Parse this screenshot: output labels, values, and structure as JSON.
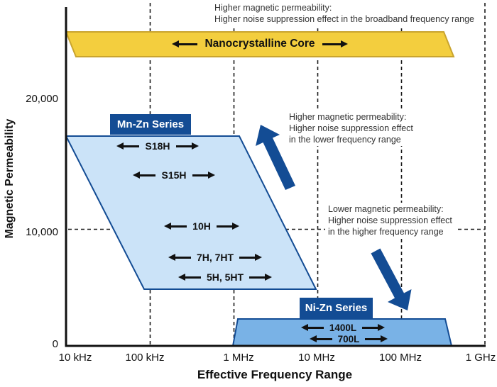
{
  "y_axis": {
    "title": "Magnetic Permeability",
    "ticks": [
      "20,000",
      "10,000",
      "0"
    ]
  },
  "x_axis": {
    "title": "Effective Frequency Range",
    "ticks": [
      "10 kHz",
      "100 kHz",
      "1 MHz",
      "10 MHz",
      "100 MHz",
      "1 GHz"
    ]
  },
  "bands": {
    "nano": {
      "label": "Nanocrystalline Core"
    },
    "mnzn": {
      "label": "Mn-Zn Series",
      "materials": [
        "S18H",
        "S15H",
        "10H",
        "7H, 7HT",
        "5H, 5HT"
      ]
    },
    "nizn": {
      "label": "Ni-Zn Series",
      "materials": [
        "1400L",
        "700L"
      ]
    }
  },
  "annotations": {
    "top": {
      "lines": [
        "Higher magnetic permeability:",
        "Higher noise suppression effect in the broadband frequency range"
      ]
    },
    "mid": {
      "lines": [
        "Higher magnetic permeability:",
        "Higher noise suppression effect",
        "in the lower frequency range"
      ]
    },
    "bottom": {
      "lines": [
        "Lower magnetic permeability:",
        "Higher noise suppression effect",
        "in the higher frequency range"
      ]
    }
  },
  "colors": {
    "dark_blue": "#134C94",
    "mnzn_fill": "#CBE3F8",
    "nizn_fill": "#79B2E6",
    "nano_fill": "#F3CE3E",
    "nano_border": "#C9A42F",
    "axis_black": "#111111",
    "annotation_text": "#333333"
  },
  "chart_data": {
    "type": "area",
    "title": "",
    "xlabel": "Effective Frequency Range",
    "ylabel": "Magnetic Permeability",
    "x_scale": "log",
    "x_ticks": [
      "10 kHz",
      "100 kHz",
      "1 MHz",
      "10 MHz",
      "100 MHz",
      "1 GHz"
    ],
    "y_ticks": [
      0,
      10000,
      20000
    ],
    "grid": "dashed vertical lines at each frequency decade; dashed horizontal line at 10,000",
    "series": [
      {
        "name": "Nanocrystalline Core",
        "band_shape": "parallelogram",
        "frequency_range": [
          "10 kHz",
          "~400 MHz"
        ],
        "permeability_range": "above 20,000 (drawn at approx 25,000–28,000)"
      },
      {
        "name": "Mn-Zn Series",
        "band_shape": "parallelogram",
        "materials_high_to_low_permeability": [
          "S18H",
          "S15H",
          "10H",
          "7H, 7HT",
          "5H, 5HT"
        ],
        "frequency_range": [
          "10 kHz",
          "~10 MHz"
        ],
        "permeability_range": "approx 5,000–18,000"
      },
      {
        "name": "Ni-Zn Series",
        "band_shape": "trapezoid",
        "materials_high_to_low_permeability": [
          "1400L",
          "700L"
        ],
        "frequency_range": [
          "~1 MHz",
          "~400 MHz"
        ],
        "permeability_range": "approx 0–2,400"
      }
    ],
    "annotations": [
      "Higher magnetic permeability: Higher noise suppression effect in the broadband frequency range",
      "Higher magnetic permeability: Higher noise suppression effect in the lower frequency range",
      "Lower magnetic permeability: Higher noise suppression effect in the higher frequency range"
    ]
  }
}
